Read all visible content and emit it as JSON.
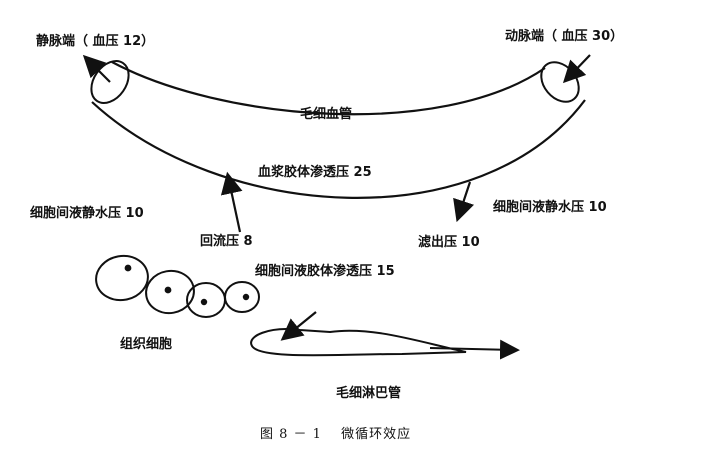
{
  "labels": {
    "venous_end": "静脉端（ 血压 12）",
    "arterial_end": "动脉端（ 血压 30）",
    "capillary": "毛细血管",
    "plasma_colloid_pressure": "血浆胶体渗透压 25",
    "interstitial_hydrostatic_left": "细胞间液静水压 10",
    "interstitial_hydrostatic_right": "细胞间液静水压 10",
    "reflux_pressure": "回流压 8",
    "filtration_pressure": "滤出压 10",
    "interstitial_colloid_pressure": "细胞间液胶体渗透压 15",
    "tissue_cells": "组织细胞",
    "lymph_capillary": "毛细淋巴管"
  },
  "caption": "图 8 － 1　 微循环效应"
}
